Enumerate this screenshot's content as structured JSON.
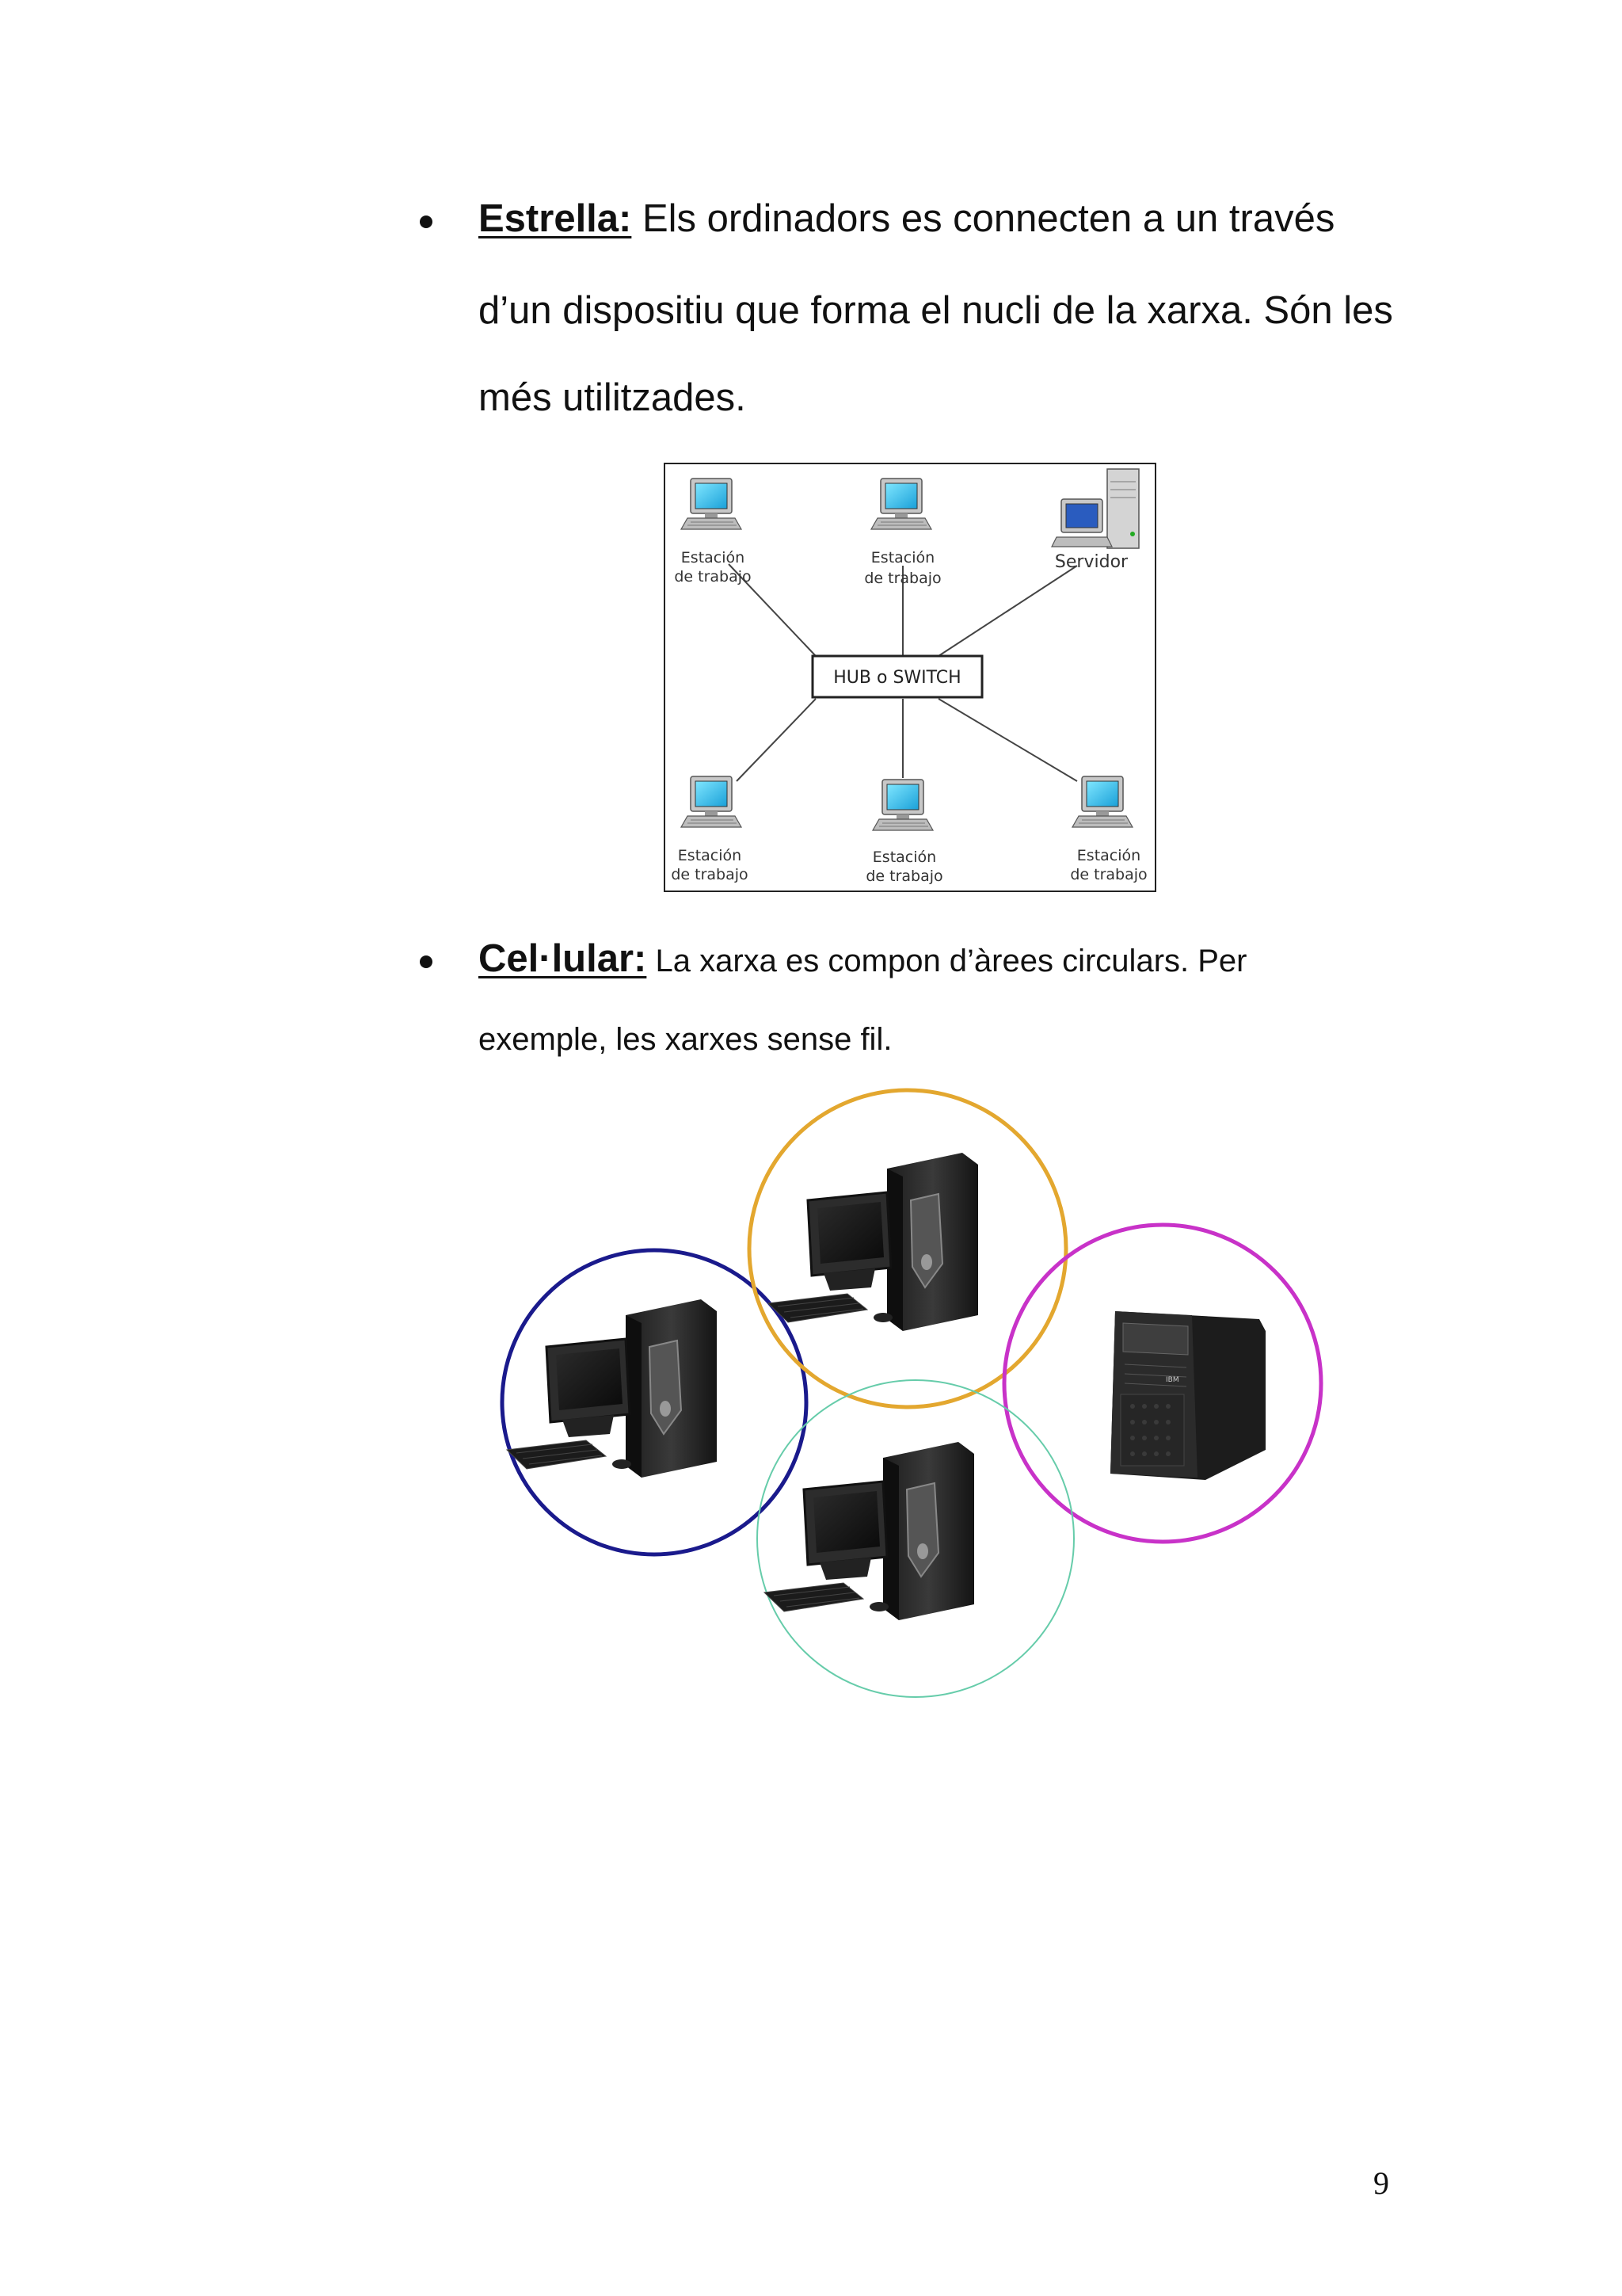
{
  "bullets": [
    {
      "term": "Estrella:",
      "lines": [
        " Els ordinadors es connecten a un través",
        "d’un dispositiu que forma el nucli de la xarxa. Són les",
        "més utilitzades."
      ]
    },
    {
      "term": "Cel·lular:",
      "lines": [
        " La xarxa es compon d’àrees circulars. Per",
        "exemple, les xarxes sense fil."
      ]
    }
  ],
  "star_diagram": {
    "hub_label": "HUB o SWITCH",
    "workstation_label_line1": "Estación",
    "workstation_label_line2": "de trabajo",
    "server_label": "Servidor"
  },
  "cell_diagram": {
    "circle_colors": {
      "left": "#1a1a8c",
      "top": "#e3a72f",
      "right": "#c832c8",
      "bottom": "#66ccaa"
    },
    "server_brand": "IBM"
  },
  "page_number": "9"
}
